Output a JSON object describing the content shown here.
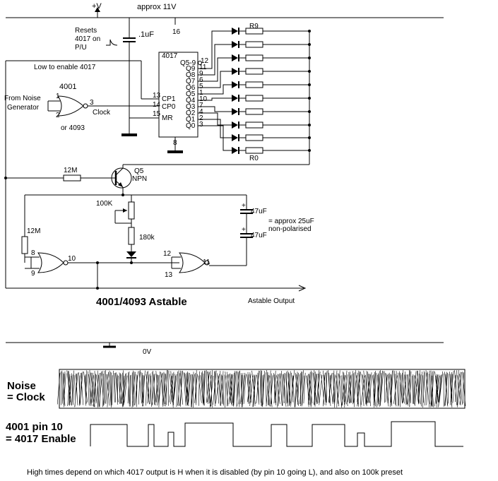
{
  "labels": {
    "vplus": "+V",
    "supply": "approx 11V",
    "pin16": "16",
    "reset_note": [
      "Resets",
      "4017 on",
      "P/U"
    ],
    "cap_01": ".1uF",
    "low_enable": "Low to enable 4017",
    "ic_4001": "4001",
    "from_noise": [
      "From Noise",
      "Generator"
    ],
    "or_4093": "or 4093",
    "clock": "Clock",
    "pin1": "1",
    "pin2": "2",
    "pin3": "3",
    "pin13": "13",
    "pin14": "14",
    "pin15": "15",
    "cp1": "CP1",
    "cp0": "CP0",
    "mr": "MR",
    "ic_4017": "4017",
    "outputs": [
      "Q5-9",
      "Q9",
      "Q8",
      "Q7",
      "Q6",
      "Q5",
      "Q4",
      "Q3",
      "Q2",
      "Q1",
      "Q0"
    ],
    "out_pins": [
      "12",
      "11",
      "9",
      "6",
      "5",
      "1",
      "10",
      "7",
      "4",
      "2",
      "3"
    ],
    "pin8": "8",
    "r9": "R9",
    "r0": "R0",
    "r_12m_top": "12M",
    "q5": "Q5",
    "npn": "NPN",
    "pot_100k": "100K",
    "r_180k": "180k",
    "r_12m_left": "12M",
    "cap_47a": "47uF",
    "cap_47b": "47uF",
    "cap_note": [
      "= approx 25uF",
      "non-polarised"
    ],
    "gate_a_pin8": "8",
    "gate_a_pin9": "9",
    "gate_a_pin10": "10",
    "gate_b_pin12": "12",
    "gate_b_pin13": "13",
    "gate_b_pin11": "11",
    "title": "4001/4093 Astable",
    "astable_output": "Astable Output",
    "zero_v": "0V",
    "noise_label": [
      "Noise",
      "= Clock"
    ],
    "pin10_label": [
      "4001 pin 10",
      "= 4017 Enable"
    ],
    "footnote": "High times depend on which 4017 output is H when it is disabled (by pin 10 going L), and also on 100k preset"
  }
}
